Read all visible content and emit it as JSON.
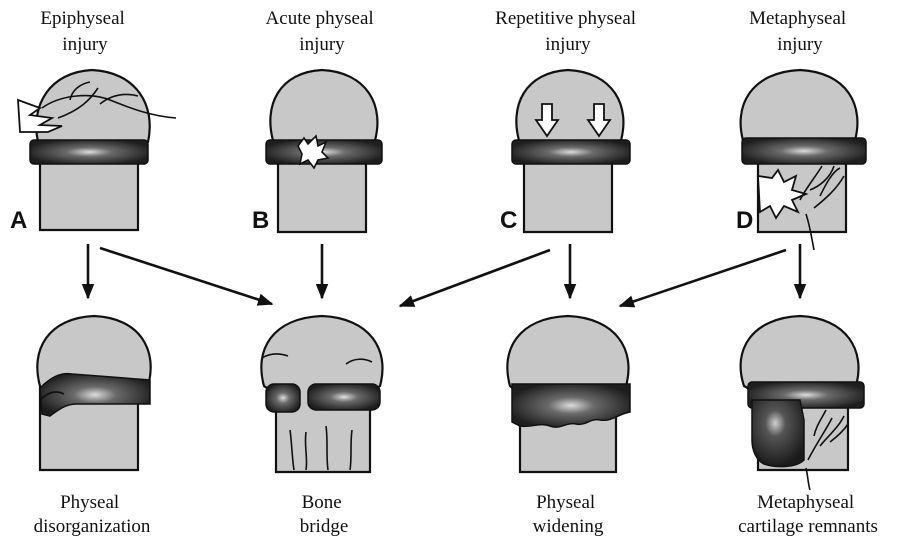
{
  "top_labels": [
    [
      "Epiphyseal",
      "injury"
    ],
    [
      "Acute physeal",
      "injury"
    ],
    [
      "Repetitive physeal",
      "injury"
    ],
    [
      "Metaphyseal",
      "injury"
    ]
  ],
  "panel_letters": [
    "A",
    "B",
    "C",
    "D"
  ],
  "bottom_labels": [
    [
      "Physeal",
      "disorganization"
    ],
    [
      "Bone",
      "bridge"
    ],
    [
      "Physeal",
      "widening"
    ],
    [
      "Metaphyseal",
      "cartilage remnants"
    ]
  ],
  "colors": {
    "bone_fill": "#c8c8c8",
    "physis_dark": "#1e1e1e",
    "physis_highlight": "#d8d8d8",
    "outline": "#111111"
  }
}
